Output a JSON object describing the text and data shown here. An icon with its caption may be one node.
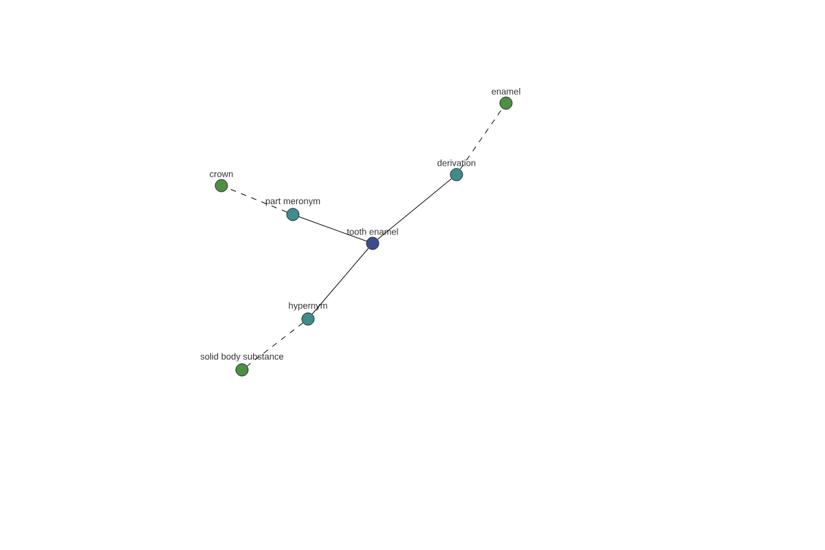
{
  "diagram": {
    "nodes": [
      {
        "text": [
          "enamel"
        ]
      },
      {
        "text": [
          "derivation"
        ]
      },
      {
        "text": [
          "crown"
        ]
      },
      {
        "text": [
          "part meronym"
        ]
      },
      {
        "text": [
          "tooth enamel"
        ]
      },
      {
        "text": [
          "hypernym"
        ]
      },
      {
        "text": [
          "solid body substance"
        ]
      }
    ],
    "edges": [
      {
        "from": 4,
        "to": 1,
        "arrow": "none"
      },
      {
        "from": 1,
        "to": 0,
        "arrow": "none",
        "style": "dashed"
      },
      {
        "from": 4,
        "to": 3,
        "arrow": "none"
      },
      {
        "from": 3,
        "to": 2,
        "arrow": "none",
        "style": "dashed"
      },
      {
        "from": 4,
        "to": 5,
        "arrow": "none"
      },
      {
        "from": 5,
        "to": 6,
        "arrow": "none",
        "style": "dashed"
      }
    ]
  }
}
